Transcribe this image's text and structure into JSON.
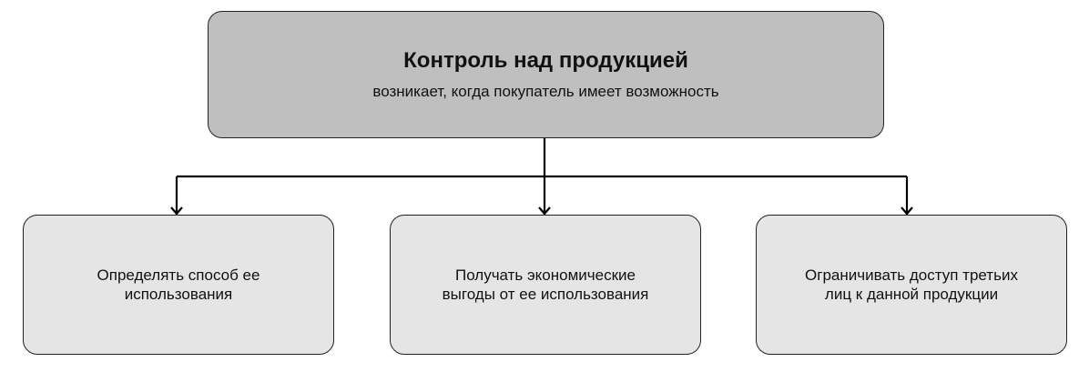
{
  "root": {
    "title": "Контроль над продукцией",
    "subtitle": "возникает, когда покупатель имеет возможность"
  },
  "children": [
    {
      "label": "Определять способ ее использования"
    },
    {
      "label": "Получать экономические выгоды от ее использования"
    },
    {
      "label": "Ограничивать доступ третьих лиц к данной продукции"
    }
  ],
  "colors": {
    "root_fill": "#bfbfbf",
    "child_fill": "#e5e5e5",
    "line": "#000000"
  }
}
